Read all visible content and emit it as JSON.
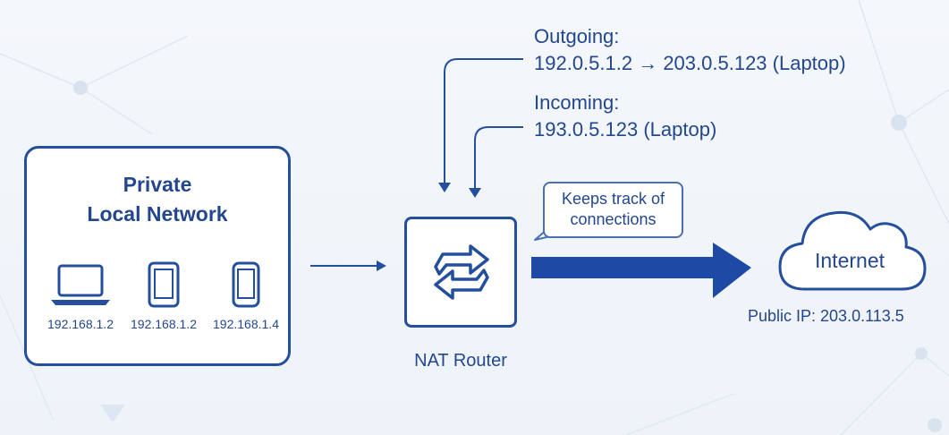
{
  "private_network": {
    "title_line1": "Private",
    "title_line2": "Local Network",
    "devices": [
      {
        "icon": "laptop-icon",
        "ip": "192.168.1.2"
      },
      {
        "icon": "tablet-icon",
        "ip": "192.168.1.2"
      },
      {
        "icon": "phone-icon",
        "ip": "192.168.1.4"
      }
    ]
  },
  "router": {
    "label": "NAT Router",
    "icon": "swap-arrows-icon"
  },
  "bubble": {
    "line1": "Keeps track of",
    "line2": "connections"
  },
  "outgoing": {
    "heading": "Outgoing:",
    "detail": "192.0.5.1.2 → 203.0.5.123 (Laptop)"
  },
  "incoming": {
    "heading": "Incoming:",
    "detail": "193.0.5.123 (Laptop)"
  },
  "internet": {
    "label": "Internet",
    "public_ip": "Public IP: 203.0.113.5",
    "icon": "cloud-icon"
  },
  "colors": {
    "primary": "#244f9c",
    "text": "#23478f",
    "accent_arrow": "#1e4aa6",
    "background": "#f1f5fa"
  }
}
